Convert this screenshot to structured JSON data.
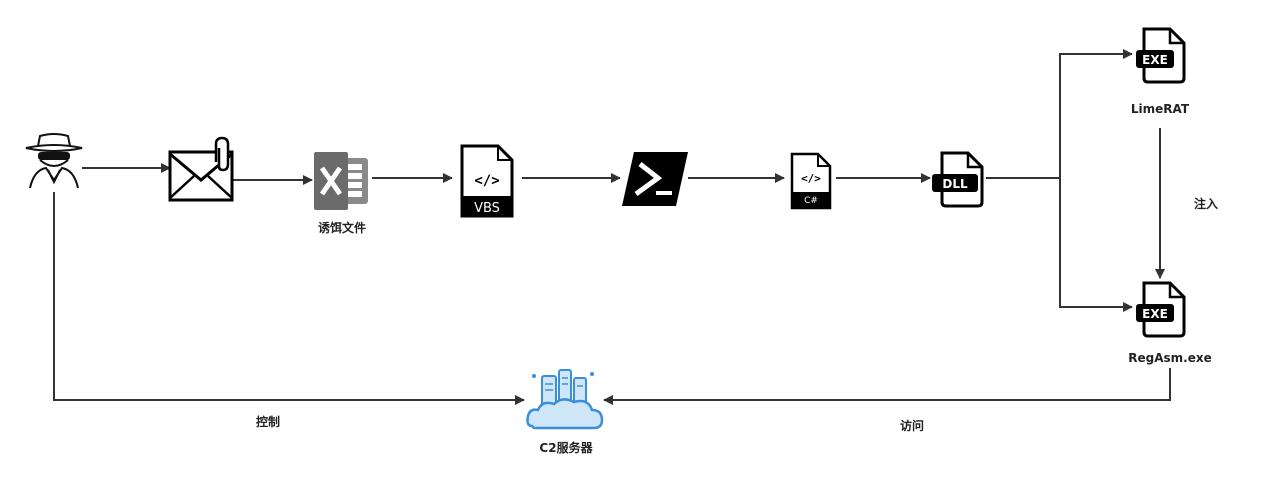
{
  "nodes": {
    "attacker": {
      "icon": "hacker-spy-icon"
    },
    "email": {
      "icon": "mail-attachment-icon"
    },
    "excel": {
      "icon": "excel-file-icon",
      "label": "诱饵文件"
    },
    "vbs": {
      "icon": "vbs-script-file-icon",
      "code_text": "</>",
      "ext_text": "VBS"
    },
    "powershell": {
      "icon": "powershell-icon"
    },
    "csharp": {
      "icon": "csharp-file-icon",
      "code_text": "</>",
      "ext_text": "C#"
    },
    "dll": {
      "icon": "dll-file-icon",
      "badge_text": "DLL"
    },
    "limerat": {
      "icon": "exe-file-icon",
      "badge_text": "EXE",
      "label": "LimeRAT"
    },
    "regasm": {
      "icon": "exe-file-icon",
      "badge_text": "EXE",
      "label": "RegAsm.exe"
    },
    "c2": {
      "icon": "cloud-server-icon",
      "label": "C2服务器"
    }
  },
  "edges": {
    "inject_label": "注入",
    "control_label": "控制",
    "access_label": "访问"
  },
  "colors": {
    "line": "#333333",
    "icon_dark": "#000000",
    "excel_gray": "#6b6b6b",
    "cloud_blue": "#3a8fd8",
    "cloud_light": "#cfe6f9"
  }
}
